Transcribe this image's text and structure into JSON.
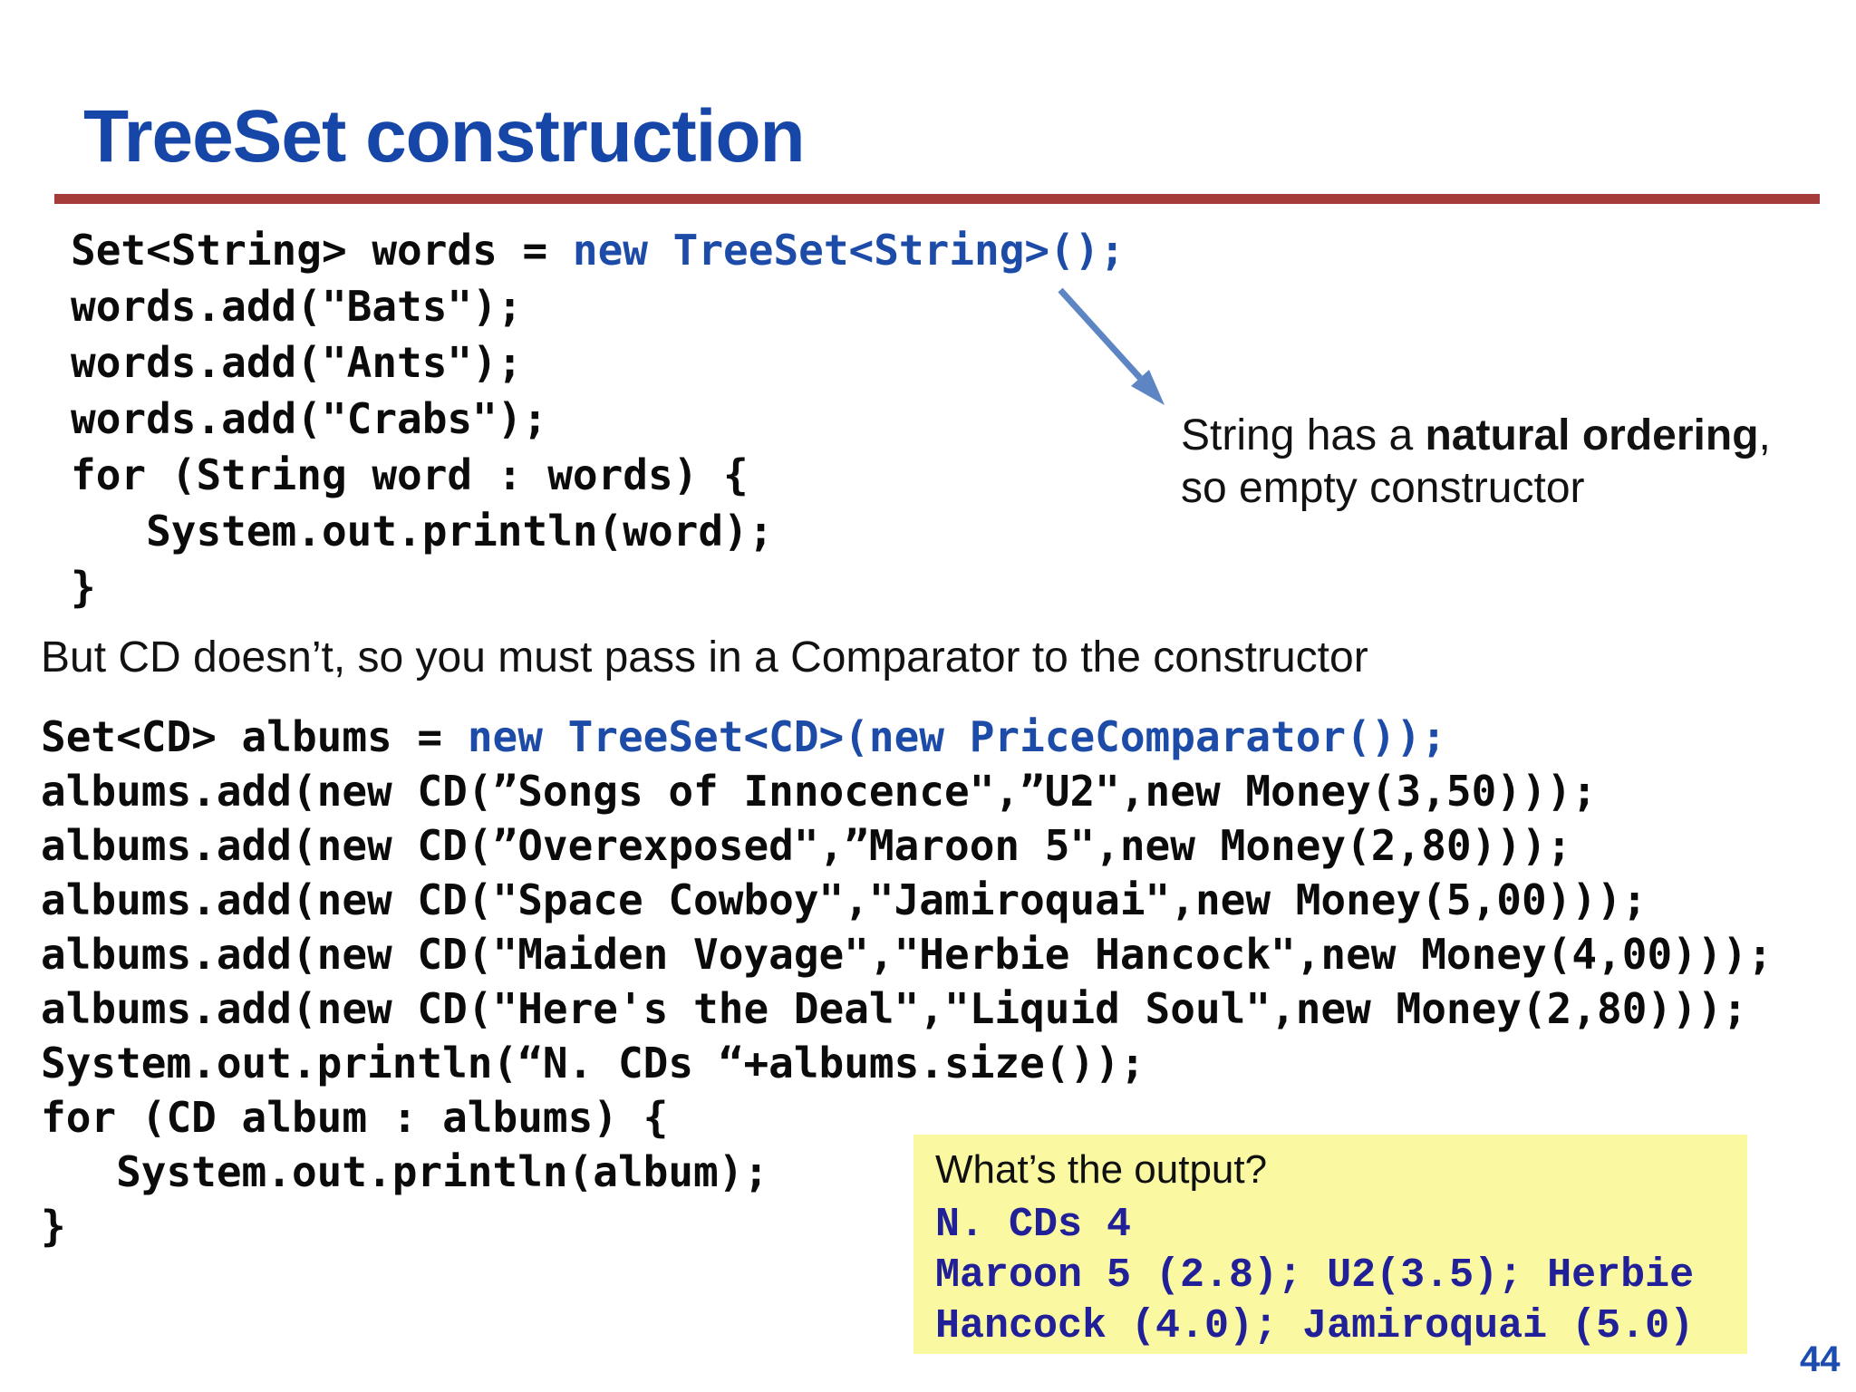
{
  "slide": {
    "title": "TreeSet construction",
    "page_number": "44"
  },
  "colors": {
    "title_blue": "#1646A8",
    "rule_red": "#A53C3A",
    "code_black": "#0B0B0B",
    "code_blue": "#1D4BA8",
    "arrow_blue": "#5D85C3",
    "note_bg": "#FAF9A2",
    "note_navy": "#212099",
    "page_blue": "#1C4CB0"
  },
  "code1": {
    "lines": [
      [
        "Set<String> words = ",
        "new TreeSet<String>();"
      ],
      [
        "words.add(\"Bats\");",
        ""
      ],
      [
        "words.add(\"Ants\");",
        ""
      ],
      [
        "words.add(\"Crabs\");",
        ""
      ],
      [
        "for (String word : words) {",
        ""
      ],
      [
        "   System.out.println(word);",
        ""
      ],
      [
        "}",
        ""
      ]
    ]
  },
  "annotation": {
    "line1_prefix": "String has a ",
    "line1_bold": "natural ordering",
    "line1_suffix": ",",
    "line2": "so empty constructor"
  },
  "between_text": "But CD doesn’t, so you must pass in a Comparator to the constructor",
  "code2": {
    "lines": [
      [
        "Set<CD> albums = ",
        "new TreeSet<CD>(new PriceComparator());"
      ],
      [
        "albums.add(new CD(”Songs of Innocence\",”U2\",new Money(3,50)));",
        ""
      ],
      [
        "albums.add(new CD(”Overexposed\",”Maroon 5\",new Money(2,80)));",
        ""
      ],
      [
        "albums.add(new CD(\"Space Cowboy\",\"Jamiroquai\",new Money(5,00)));",
        ""
      ],
      [
        "albums.add(new CD(\"Maiden Voyage\",\"Herbie Hancock\",new Money(4,00)));",
        ""
      ],
      [
        "albums.add(new CD(\"Here's the Deal\",\"Liquid Soul\",new Money(2,80)));",
        ""
      ],
      [
        "System.out.println(“N. CDs “+albums.size());",
        ""
      ],
      [
        "for (CD album : albums) {",
        ""
      ],
      [
        "   System.out.println(album);",
        ""
      ],
      [
        "}",
        ""
      ]
    ]
  },
  "note_box": {
    "question": "What’s the output?",
    "output_lines": [
      "N. CDs 4",
      "Maroon 5 (2.8); U2(3.5); Herbie",
      "Hancock (4.0); Jamiroquai (5.0)"
    ]
  }
}
